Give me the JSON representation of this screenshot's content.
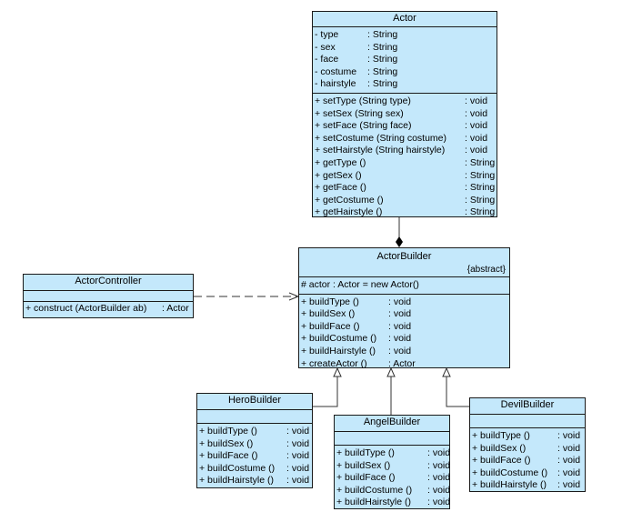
{
  "actor": {
    "name": "Actor",
    "attributes": [
      {
        "name": "- type",
        "type": ": String"
      },
      {
        "name": "- sex",
        "type": ": String"
      },
      {
        "name": "- face",
        "type": ": String"
      },
      {
        "name": "- costume",
        "type": ": String"
      },
      {
        "name": "- hairstyle",
        "type": ": String"
      }
    ],
    "operations": [
      {
        "sig": "+ setType (String type)",
        "ret": ": void"
      },
      {
        "sig": "+ setSex (String sex)",
        "ret": ": void"
      },
      {
        "sig": "+ setFace (String face)",
        "ret": ": void"
      },
      {
        "sig": "+ setCostume (String costume)",
        "ret": ": void"
      },
      {
        "sig": "+ setHairstyle (String hairstyle)",
        "ret": ": void"
      },
      {
        "sig": "+ getType ()",
        "ret": ": String"
      },
      {
        "sig": "+ getSex ()",
        "ret": ": String"
      },
      {
        "sig": "+ getFace ()",
        "ret": ": String"
      },
      {
        "sig": "+ getCostume ()",
        "ret": ": String"
      },
      {
        "sig": "+ getHairstyle ()",
        "ret": ": String"
      }
    ]
  },
  "actor_builder": {
    "name": "ActorBuilder",
    "stereotype": "{abstract}",
    "attribute": "# actor  : Actor  = new Actor()",
    "operations": [
      {
        "sig": "+ buildType ()",
        "ret": ": void"
      },
      {
        "sig": "+ buildSex ()",
        "ret": ": void"
      },
      {
        "sig": "+ buildFace ()",
        "ret": ": void"
      },
      {
        "sig": "+ buildCostume ()",
        "ret": ": void"
      },
      {
        "sig": "+ buildHairstyle ()",
        "ret": ": void"
      },
      {
        "sig": "+ createActor ()",
        "ret": ": Actor"
      }
    ]
  },
  "actor_controller": {
    "name": "ActorController",
    "operations": [
      {
        "sig": "+ construct (ActorBuilder ab)",
        "ret": ": Actor"
      }
    ]
  },
  "hero_builder": {
    "name": "HeroBuilder",
    "operations": [
      {
        "sig": "+ buildType ()",
        "ret": ": void"
      },
      {
        "sig": "+ buildSex ()",
        "ret": ": void"
      },
      {
        "sig": "+ buildFace ()",
        "ret": ": void"
      },
      {
        "sig": "+ buildCostume ()",
        "ret": ": void"
      },
      {
        "sig": "+ buildHairstyle ()",
        "ret": ": void"
      }
    ]
  },
  "angel_builder": {
    "name": "AngelBuilder",
    "operations": [
      {
        "sig": "+ buildType ()",
        "ret": ": void"
      },
      {
        "sig": "+ buildSex ()",
        "ret": ": void"
      },
      {
        "sig": "+ buildFace ()",
        "ret": ": void"
      },
      {
        "sig": "+ buildCostume ()",
        "ret": ": void"
      },
      {
        "sig": "+ buildHairstyle ()",
        "ret": ": void"
      }
    ]
  },
  "devil_builder": {
    "name": "DevilBuilder",
    "operations": [
      {
        "sig": "+ buildType ()",
        "ret": ": void"
      },
      {
        "sig": "+ buildSex ()",
        "ret": ": void"
      },
      {
        "sig": "+ buildFace ()",
        "ret": ": void"
      },
      {
        "sig": "+ buildCostume ()",
        "ret": ": void"
      },
      {
        "sig": "+ buildHairstyle ()",
        "ret": ": void"
      }
    ]
  },
  "colors": {
    "class_fill": "#c4e8fb",
    "border": "#1a1a1a"
  }
}
